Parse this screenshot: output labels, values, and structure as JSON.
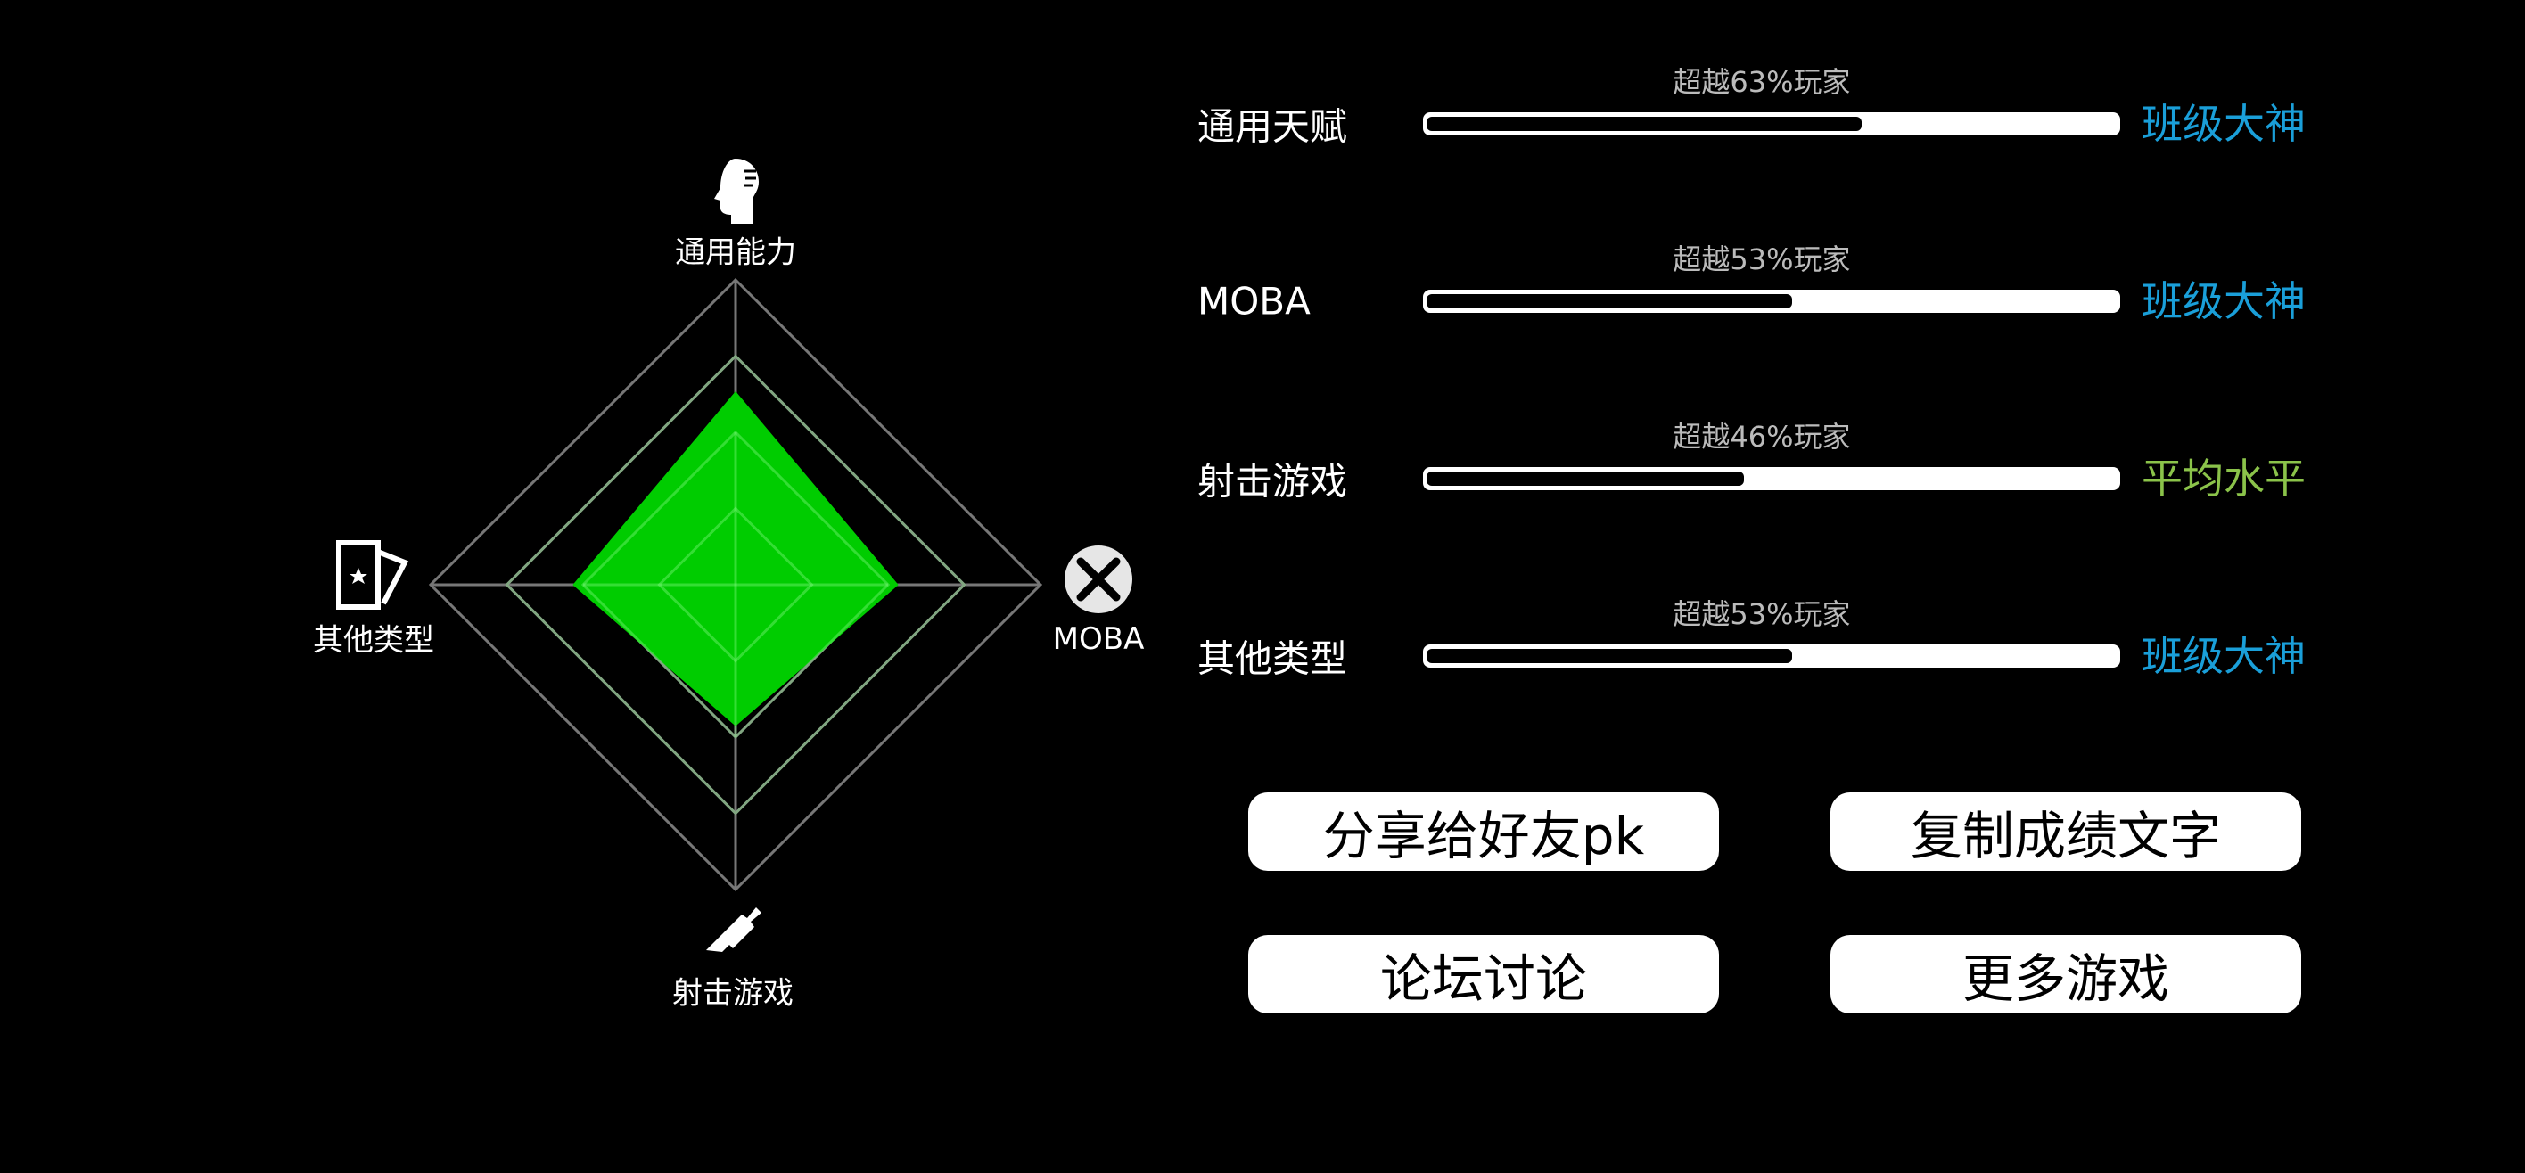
{
  "radar": {
    "axes": [
      {
        "label": "通用能力",
        "icon": "head-icon",
        "value": 0.63
      },
      {
        "label": "MOBA",
        "icon": "crossed-swords-icon",
        "value": 0.53
      },
      {
        "label": "射击游戏",
        "icon": "gun-icon",
        "value": 0.46
      },
      {
        "label": "其他类型",
        "icon": "cards-icon",
        "value": 0.53
      }
    ],
    "rings": 4,
    "fill_color": "#00cc00"
  },
  "rows": [
    {
      "label": "通用天赋",
      "sub": "超越63%玩家",
      "percent": 63,
      "status": "班级大神",
      "status_color": "#1a9fd9"
    },
    {
      "label": "MOBA",
      "sub": "超越53%玩家",
      "percent": 53,
      "status": "班级大神",
      "status_color": "#1a9fd9"
    },
    {
      "label": "射击游戏",
      "sub": "超越46%玩家",
      "percent": 46,
      "status": "平均水平",
      "status_color": "#8bc34a"
    },
    {
      "label": "其他类型",
      "sub": "超越53%玩家",
      "percent": 53,
      "status": "班级大神",
      "status_color": "#1a9fd9"
    }
  ],
  "buttons": {
    "share": "分享给好友pk",
    "copy": "复制成绩文字",
    "forum": "论坛讨论",
    "more": "更多游戏"
  }
}
